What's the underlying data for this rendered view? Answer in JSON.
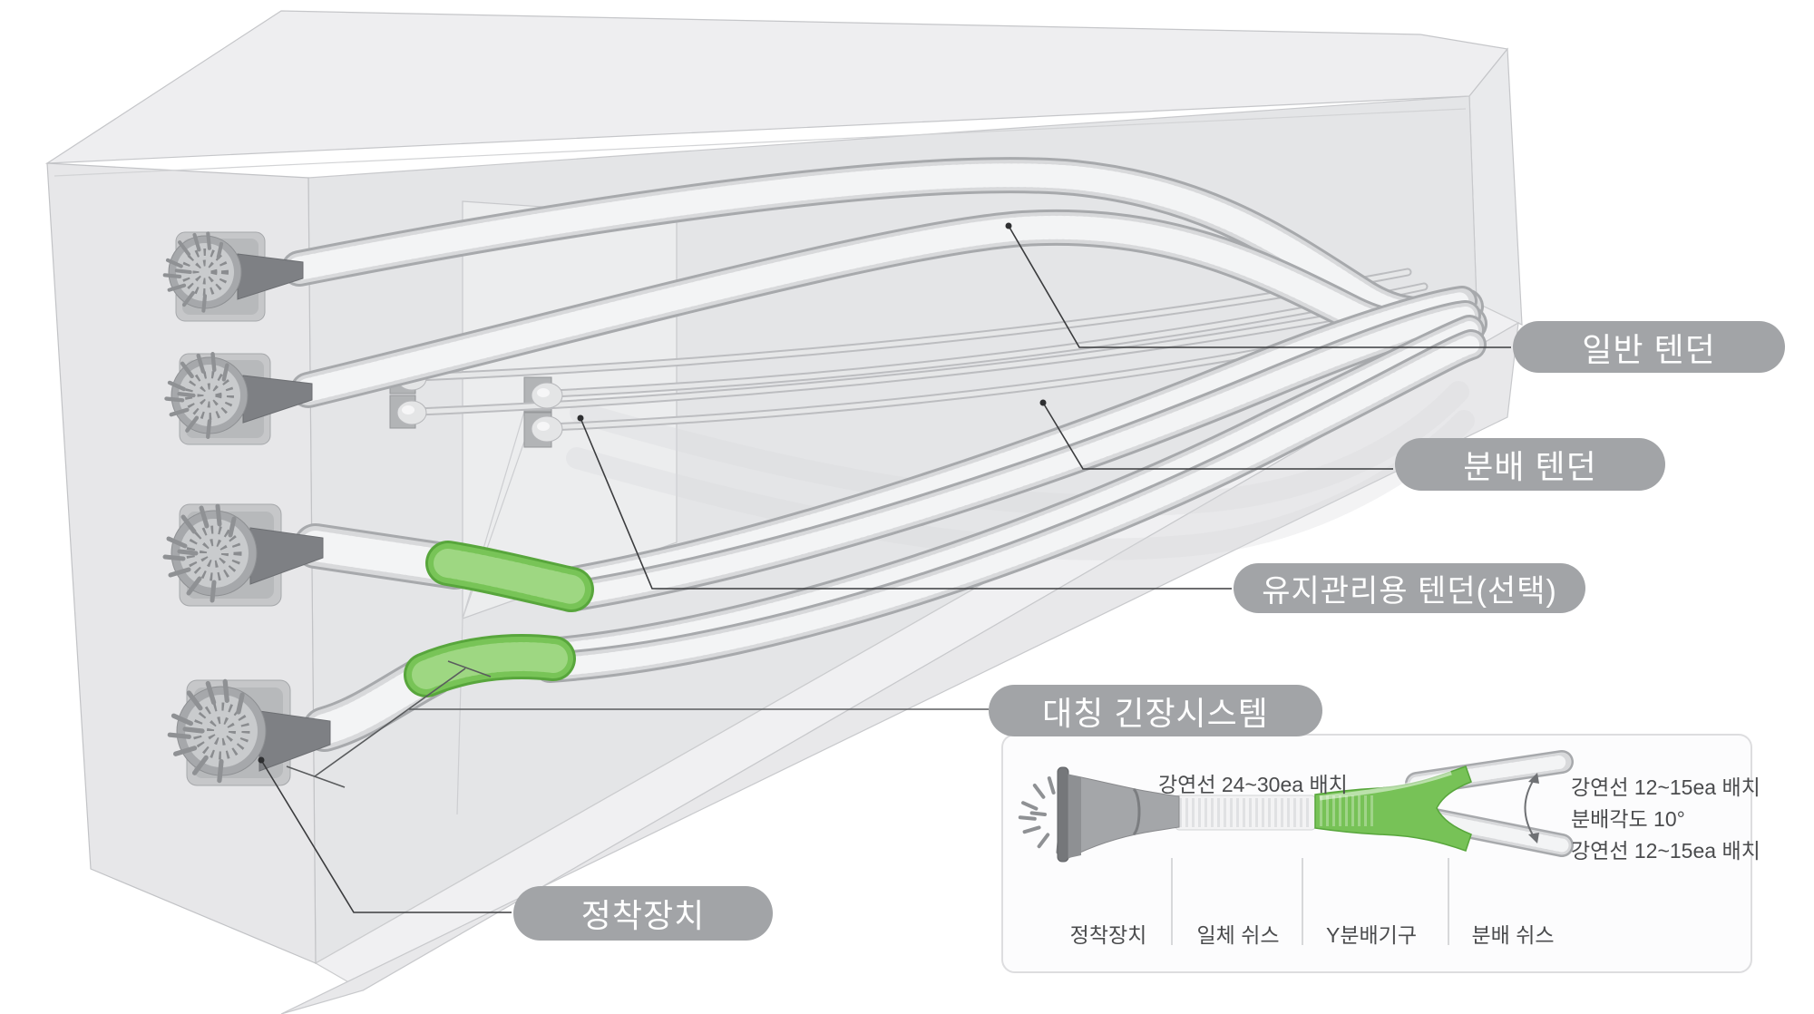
{
  "diagram": {
    "callouts": [
      {
        "id": "general-tendon",
        "label": "일반 텐던"
      },
      {
        "id": "distribution-tendon",
        "label": "분배 텐던"
      },
      {
        "id": "maintenance-tendon",
        "label": "유지관리용 텐던(선택)"
      },
      {
        "id": "symmetric-tensioning-system",
        "label": "대칭 긴장시스템"
      },
      {
        "id": "anchorage-device",
        "label": "정착장치"
      }
    ],
    "inset": {
      "annotations": {
        "strand_main": "강연선 24~30ea 배치",
        "strand_upper": "강연선 12~15ea 배치",
        "distribution_angle": "분배각도 10°",
        "strand_lower": "강연선 12~15ea 배치"
      },
      "parts": [
        "정착장치",
        "일체 쉬스",
        "Y분배기구",
        "분배 쉬스"
      ]
    },
    "colors": {
      "accent_green": "#74c153",
      "label_pill_bg": "#a2a4a7",
      "label_text": "#ffffff",
      "annotation_text": "#4a4b4d",
      "beam_fill": "#e7e8ea",
      "duct_fill": "#d8d9db"
    }
  }
}
